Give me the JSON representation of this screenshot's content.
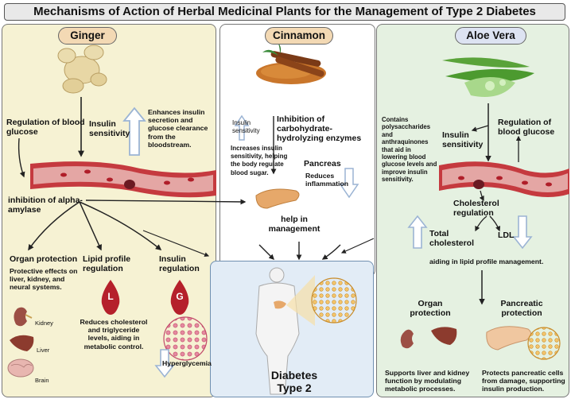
{
  "title": "Mechanisms of Action of Herbal Medicinal Plants for the Management of Type 2 Diabetes",
  "ginger": {
    "heading": "Ginger",
    "regulation": "Regulation of blood glucose",
    "insulin_sensitivity": "Insulin sensitivity",
    "enhances": "Enhances insulin secretion and glucose clearance from the bloodstream.",
    "inhibition": "inhibition of alpha-amylase",
    "organ_protection_title": "Organ protection",
    "organ_protection_text": "Protective effects on liver, kidney, and neural systems.",
    "lipid_title": "Lipid profile regulation",
    "lipid_drop_letter": "L",
    "lipid_text": "Reduces cholesterol and triglyceride levels, aiding in metabolic control.",
    "insulin_reg_title": "Insulin regulation",
    "insulin_drop_letter": "G",
    "kidney": "Kidney",
    "liver": "Liver",
    "brain": "Brain",
    "hyperglycemia": "Hyperglycemia"
  },
  "cinnamon": {
    "heading": "Cinnamon",
    "insulin_sensitivity": "Insulin sensitivity",
    "inhibition": "Inhibition of carbohydrate-hydrolyzing enzymes",
    "increases": "Increases insulin sensitivity, helping the body regulate blood sugar.",
    "pancreas": "Pancreas",
    "reduces": "Reduces inflammation",
    "help": "help in management"
  },
  "aloe": {
    "heading": "Aloe Vera",
    "contains": "Contains polysaccharides and anthraquinones that aid in lowering blood glucose levels and improve insulin sensitivity.",
    "insulin_sensitivity": "Insulin sensitivity",
    "regulation": "Regulation of blood glucose",
    "cholesterol": "Cholesterol regulation",
    "total": "Total cholesterol",
    "ldl": "LDL",
    "aiding": "aiding in lipid profile management.",
    "organ_title": "Organ protection",
    "pancreatic_title": "Pancreatic protection",
    "supports": "Supports liver and kidney function by modulating metabolic processes.",
    "protects": "Protects pancreatic cells from damage, supporting insulin production."
  },
  "diabetes": {
    "line1": "Diabetes",
    "line2": "Type 2"
  },
  "colors": {
    "ginger_bg": "#f6f2d3",
    "aloe_bg": "#e5f1e1",
    "diabetes_bg": "#e2ecf6",
    "up_arrow": "#a9c0dc",
    "vessel": "#c53a3f",
    "drop": "#b5202b"
  }
}
